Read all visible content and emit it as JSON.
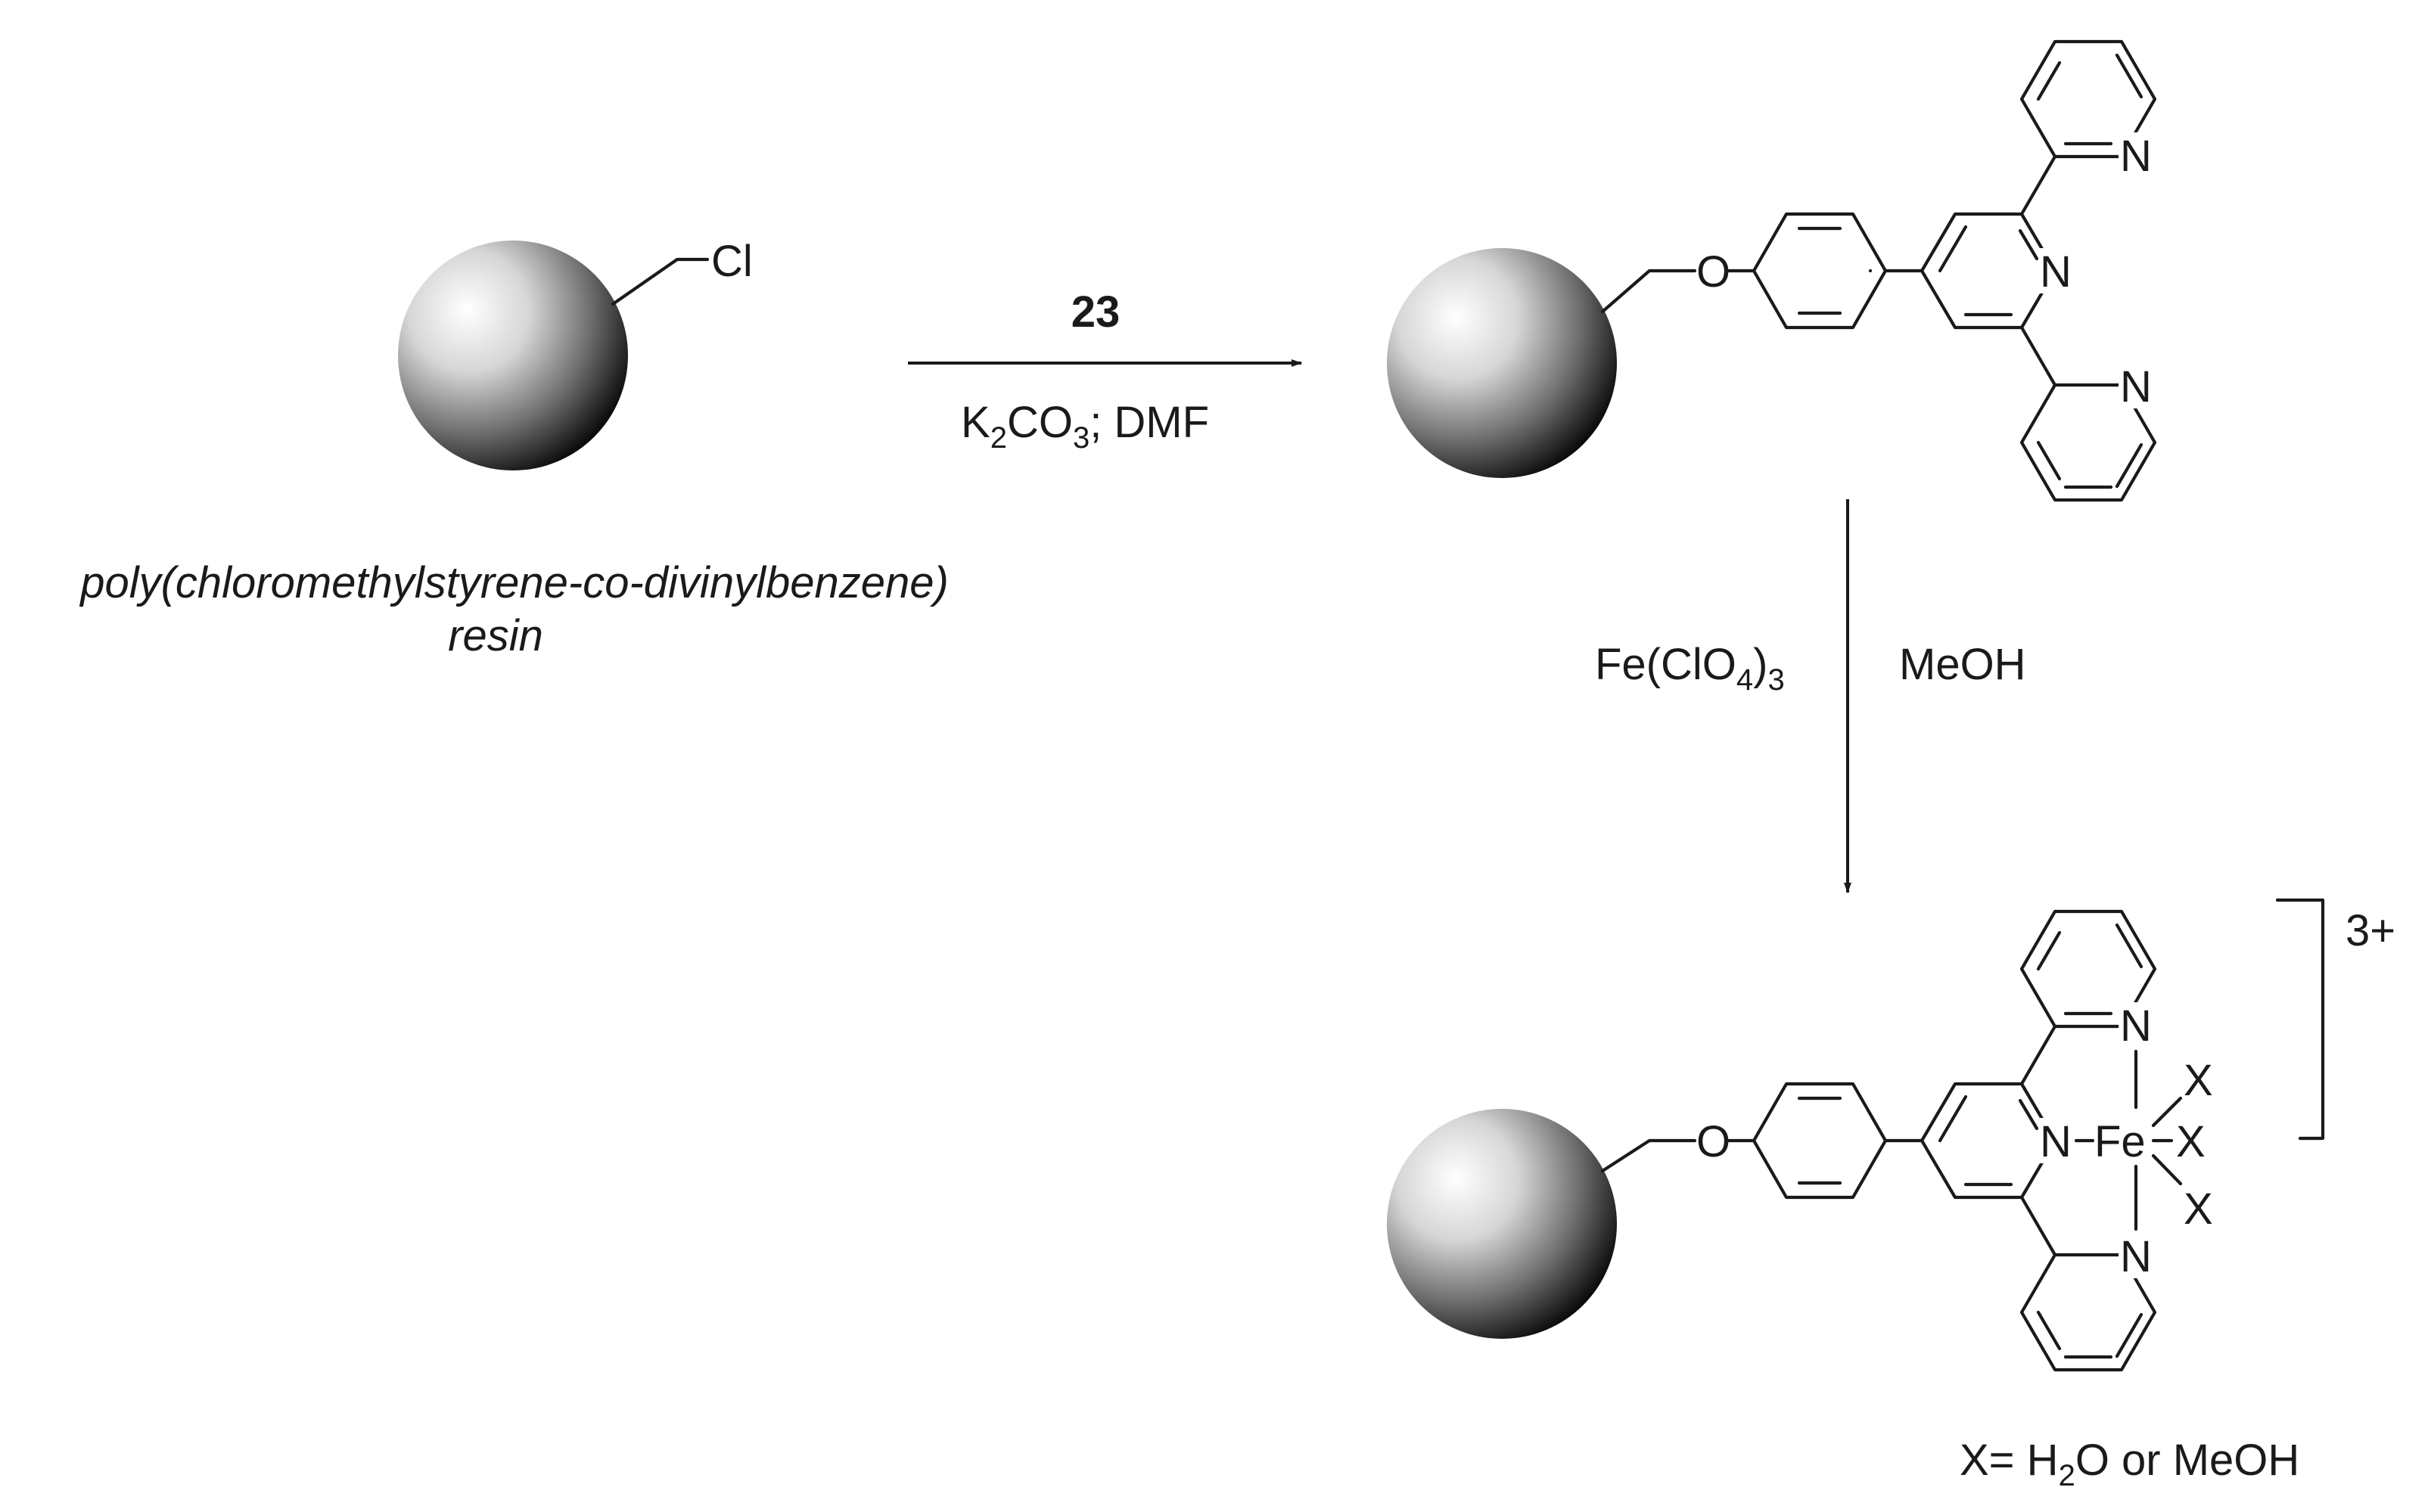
{
  "start": {
    "atom_label": "Cl",
    "caption_line1": "poly(chloromethylstyrene-co-divinylbenzene)",
    "caption_line2": "resin"
  },
  "step1": {
    "reagent": "23",
    "conditions_k": "K",
    "conditions_k_sub": "2",
    "conditions_co": "CO",
    "conditions_co_sub": "3",
    "conditions_rest": "; DMF"
  },
  "step2": {
    "reagent_fe": "Fe(ClO",
    "reagent_fe_sub": "4",
    "reagent_fe_close": ")",
    "reagent_fe_sub2": "3",
    "solvent": "MeOH"
  },
  "atoms": {
    "oxygen": "O",
    "nitrogen": "N",
    "iron": "Fe",
    "ligand": "X"
  },
  "complex": {
    "charge": "3+",
    "footnote_pre": "X= H",
    "footnote_sub": "2",
    "footnote_post": "O or MeOH"
  }
}
